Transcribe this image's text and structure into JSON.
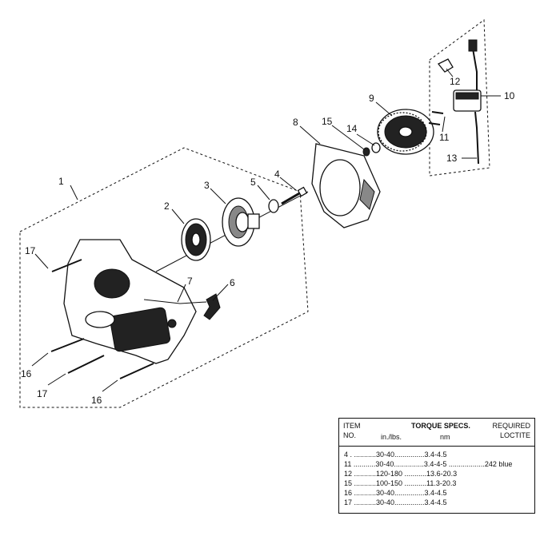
{
  "callouts": {
    "c1": "1",
    "c2": "2",
    "c3": "3",
    "c4": "4",
    "c5": "5",
    "c6": "6",
    "c7": "7",
    "c8": "8",
    "c9": "9",
    "c10": "10",
    "c11": "11",
    "c12": "12",
    "c13": "13",
    "c14": "14",
    "c15": "15",
    "c16a": "16",
    "c16b": "16",
    "c17a": "17",
    "c17b": "17"
  },
  "table": {
    "header": {
      "item_line1": "ITEM",
      "item_line2": "NO.",
      "title": "TORQUE SPECS.",
      "unit_inlbs": "in./lbs.",
      "unit_nm": "nm",
      "required_line1": "REQUIRED",
      "required_line2": "LOCTITE"
    },
    "rows": [
      {
        "text": "4 . ...........30-40...............3.4-4.5"
      },
      {
        "text": "11 ...........30-40...............3.4-4-5 ..................242 blue"
      },
      {
        "text": "12 ...........120-180 ...........13.6-20.3"
      },
      {
        "text": "15 ...........100-150 ...........11.3-20.3"
      },
      {
        "text": "16 ...........30-40...............3.4-4.5"
      },
      {
        "text": "17 ...........30-40...............3.4-4.5"
      }
    ]
  }
}
